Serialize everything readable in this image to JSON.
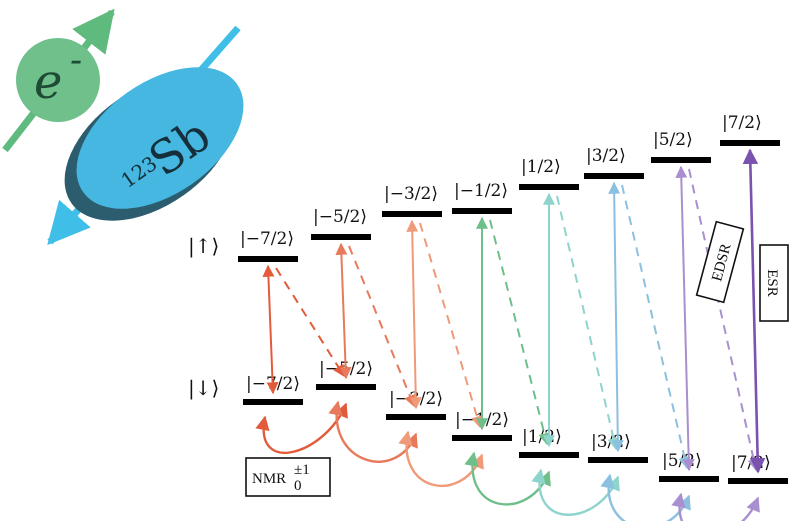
{
  "spin_up_label": "|↑⟩",
  "spin_down_label": "|↓⟩",
  "nucleus_label": "123",
  "nucleus_symbol": "Sb",
  "electron_label": "e",
  "electron_sup": "-",
  "nmr_label": "NMR",
  "nmr_sub": "0",
  "nmr_sup": "±1",
  "edsr_label": "EDSR",
  "esr_label": "ESR",
  "up_states": [
    "|−7/2⟩",
    "|−5/2⟩",
    "|−3/2⟩",
    "|−1/2⟩",
    "|1/2⟩",
    "|3/2⟩",
    "|5/2⟩",
    "|7/2⟩"
  ],
  "down_states": [
    "|−7/2⟩",
    "|−5/2⟩",
    "|−3/2⟩",
    "|−1/2⟩",
    "|1/2⟩",
    "|3/2⟩",
    "|5/2⟩",
    "|7/2⟩"
  ],
  "colors": {
    "electron": "#6fc08a",
    "electron_arrow": "#5fba7d",
    "nucleus": "#45b7e0",
    "nucleus_dark": "#2b6f88",
    "nucleus_arrow": "#3fbfe8",
    "transitions": [
      "#e25b3a",
      "#e8795a",
      "#ef9a78",
      "#6fbf8a",
      "#8fd4cc",
      "#8cc0e0",
      "#a98fd0",
      "#7a52b0"
    ]
  }
}
